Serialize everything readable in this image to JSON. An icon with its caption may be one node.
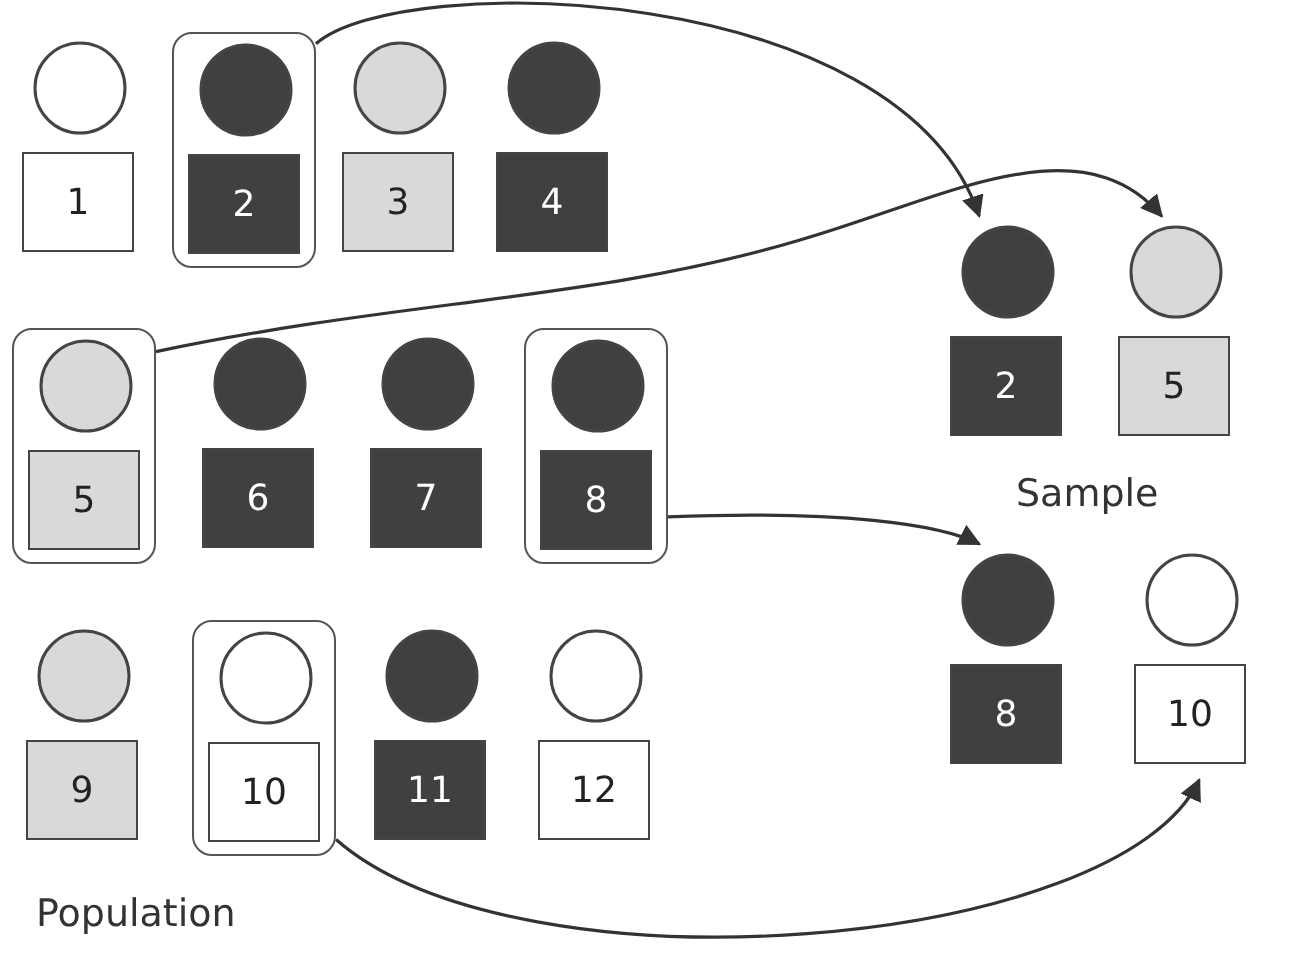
{
  "diagram": {
    "nodes": [
      {
        "text": [
          "1"
        ]
      },
      {
        "text": [
          "2"
        ]
      },
      {
        "text": [
          "3"
        ]
      },
      {
        "text": [
          "4"
        ]
      },
      {
        "text": [
          "5"
        ]
      },
      {
        "text": [
          "6"
        ]
      },
      {
        "text": [
          "7"
        ]
      },
      {
        "text": [
          "8"
        ]
      },
      {
        "text": [
          "9"
        ]
      },
      {
        "text": [
          "10"
        ]
      },
      {
        "text": [
          "11"
        ]
      },
      {
        "text": [
          "12"
        ]
      },
      {
        "text": [
          "2"
        ]
      },
      {
        "text": [
          "5"
        ]
      },
      {
        "text": [
          "8"
        ]
      },
      {
        "text": [
          "10"
        ]
      }
    ],
    "edges": [
      {
        "from": 1,
        "to": 12,
        "arrow": "to"
      },
      {
        "from": 4,
        "to": 13,
        "arrow": "to"
      },
      {
        "from": 7,
        "to": 14,
        "arrow": "to"
      },
      {
        "from": 9,
        "to": 15,
        "arrow": "to"
      }
    ],
    "labels": [
      "Sample",
      "Population"
    ]
  }
}
